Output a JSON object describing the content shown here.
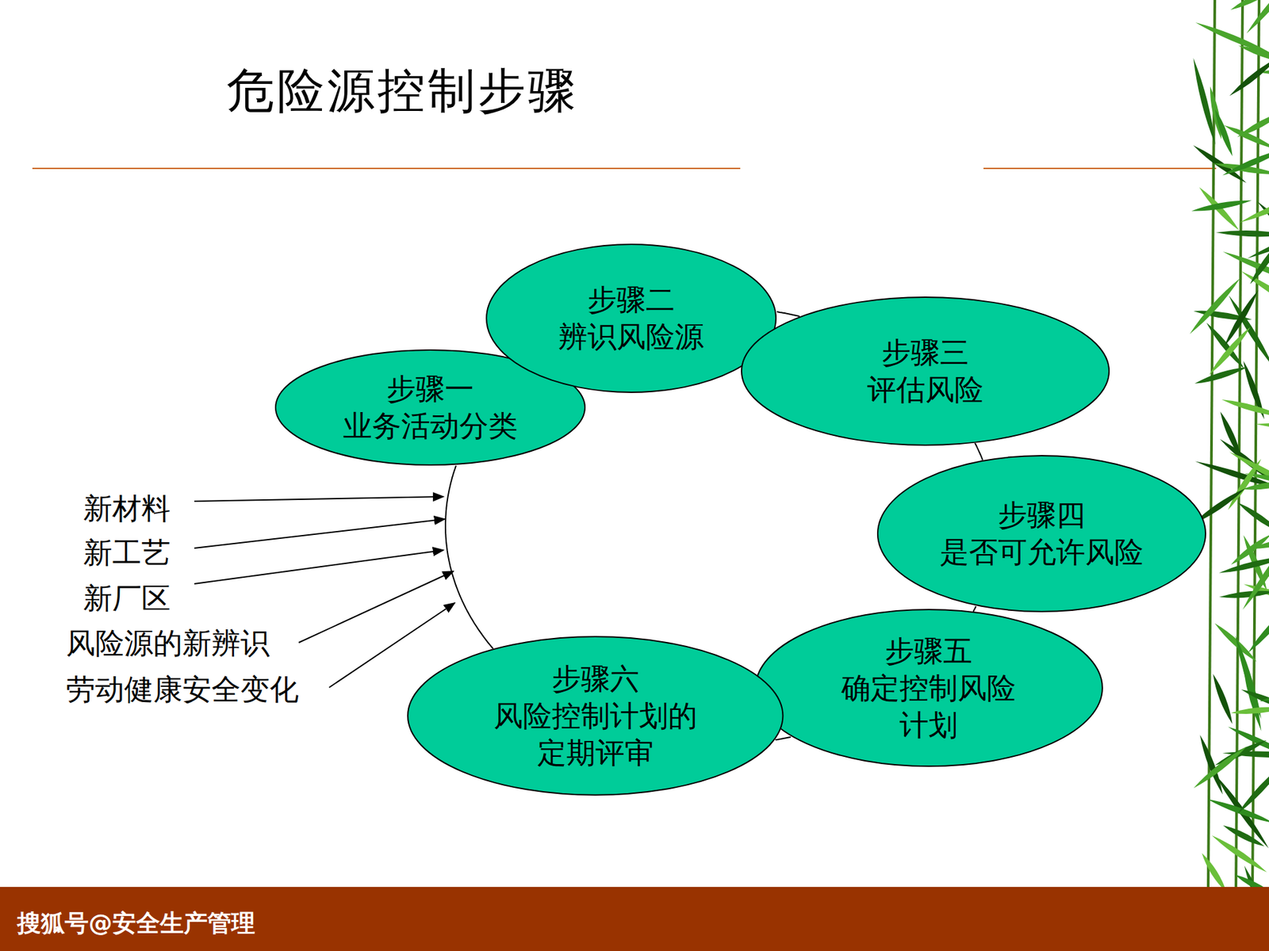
{
  "diagram": {
    "title": "危险源控制步骤",
    "nodes": [
      {
        "text": [
          "步骤一",
          "业务活动分类"
        ]
      },
      {
        "text": [
          "步骤二",
          "辨识风险源"
        ]
      },
      {
        "text": [
          "步骤三",
          "评估风险"
        ]
      },
      {
        "text": [
          "步骤四",
          "是否可允许风险"
        ]
      },
      {
        "text": [
          "步骤五",
          "确定控制风险 计划"
        ]
      },
      {
        "text": [
          "步骤六",
          "风险控制计划的 定期评审"
        ]
      }
    ],
    "edges": [
      {
        "from": 0,
        "to": 1,
        "arrow": "none"
      },
      {
        "from": 1,
        "to": 2,
        "arrow": "none"
      },
      {
        "from": 2,
        "to": 3,
        "arrow": "none"
      },
      {
        "from": 3,
        "to": 4,
        "arrow": "none"
      },
      {
        "from": 4,
        "to": 5,
        "arrow": "none"
      },
      {
        "from": 5,
        "to": 0,
        "arrow": "none"
      }
    ],
    "labels": [
      "新材料",
      "新工艺",
      "新厂区",
      "风险源的新辨识",
      "劳动健康安全变化",
      "搜狐号@安全生产管理"
    ]
  }
}
